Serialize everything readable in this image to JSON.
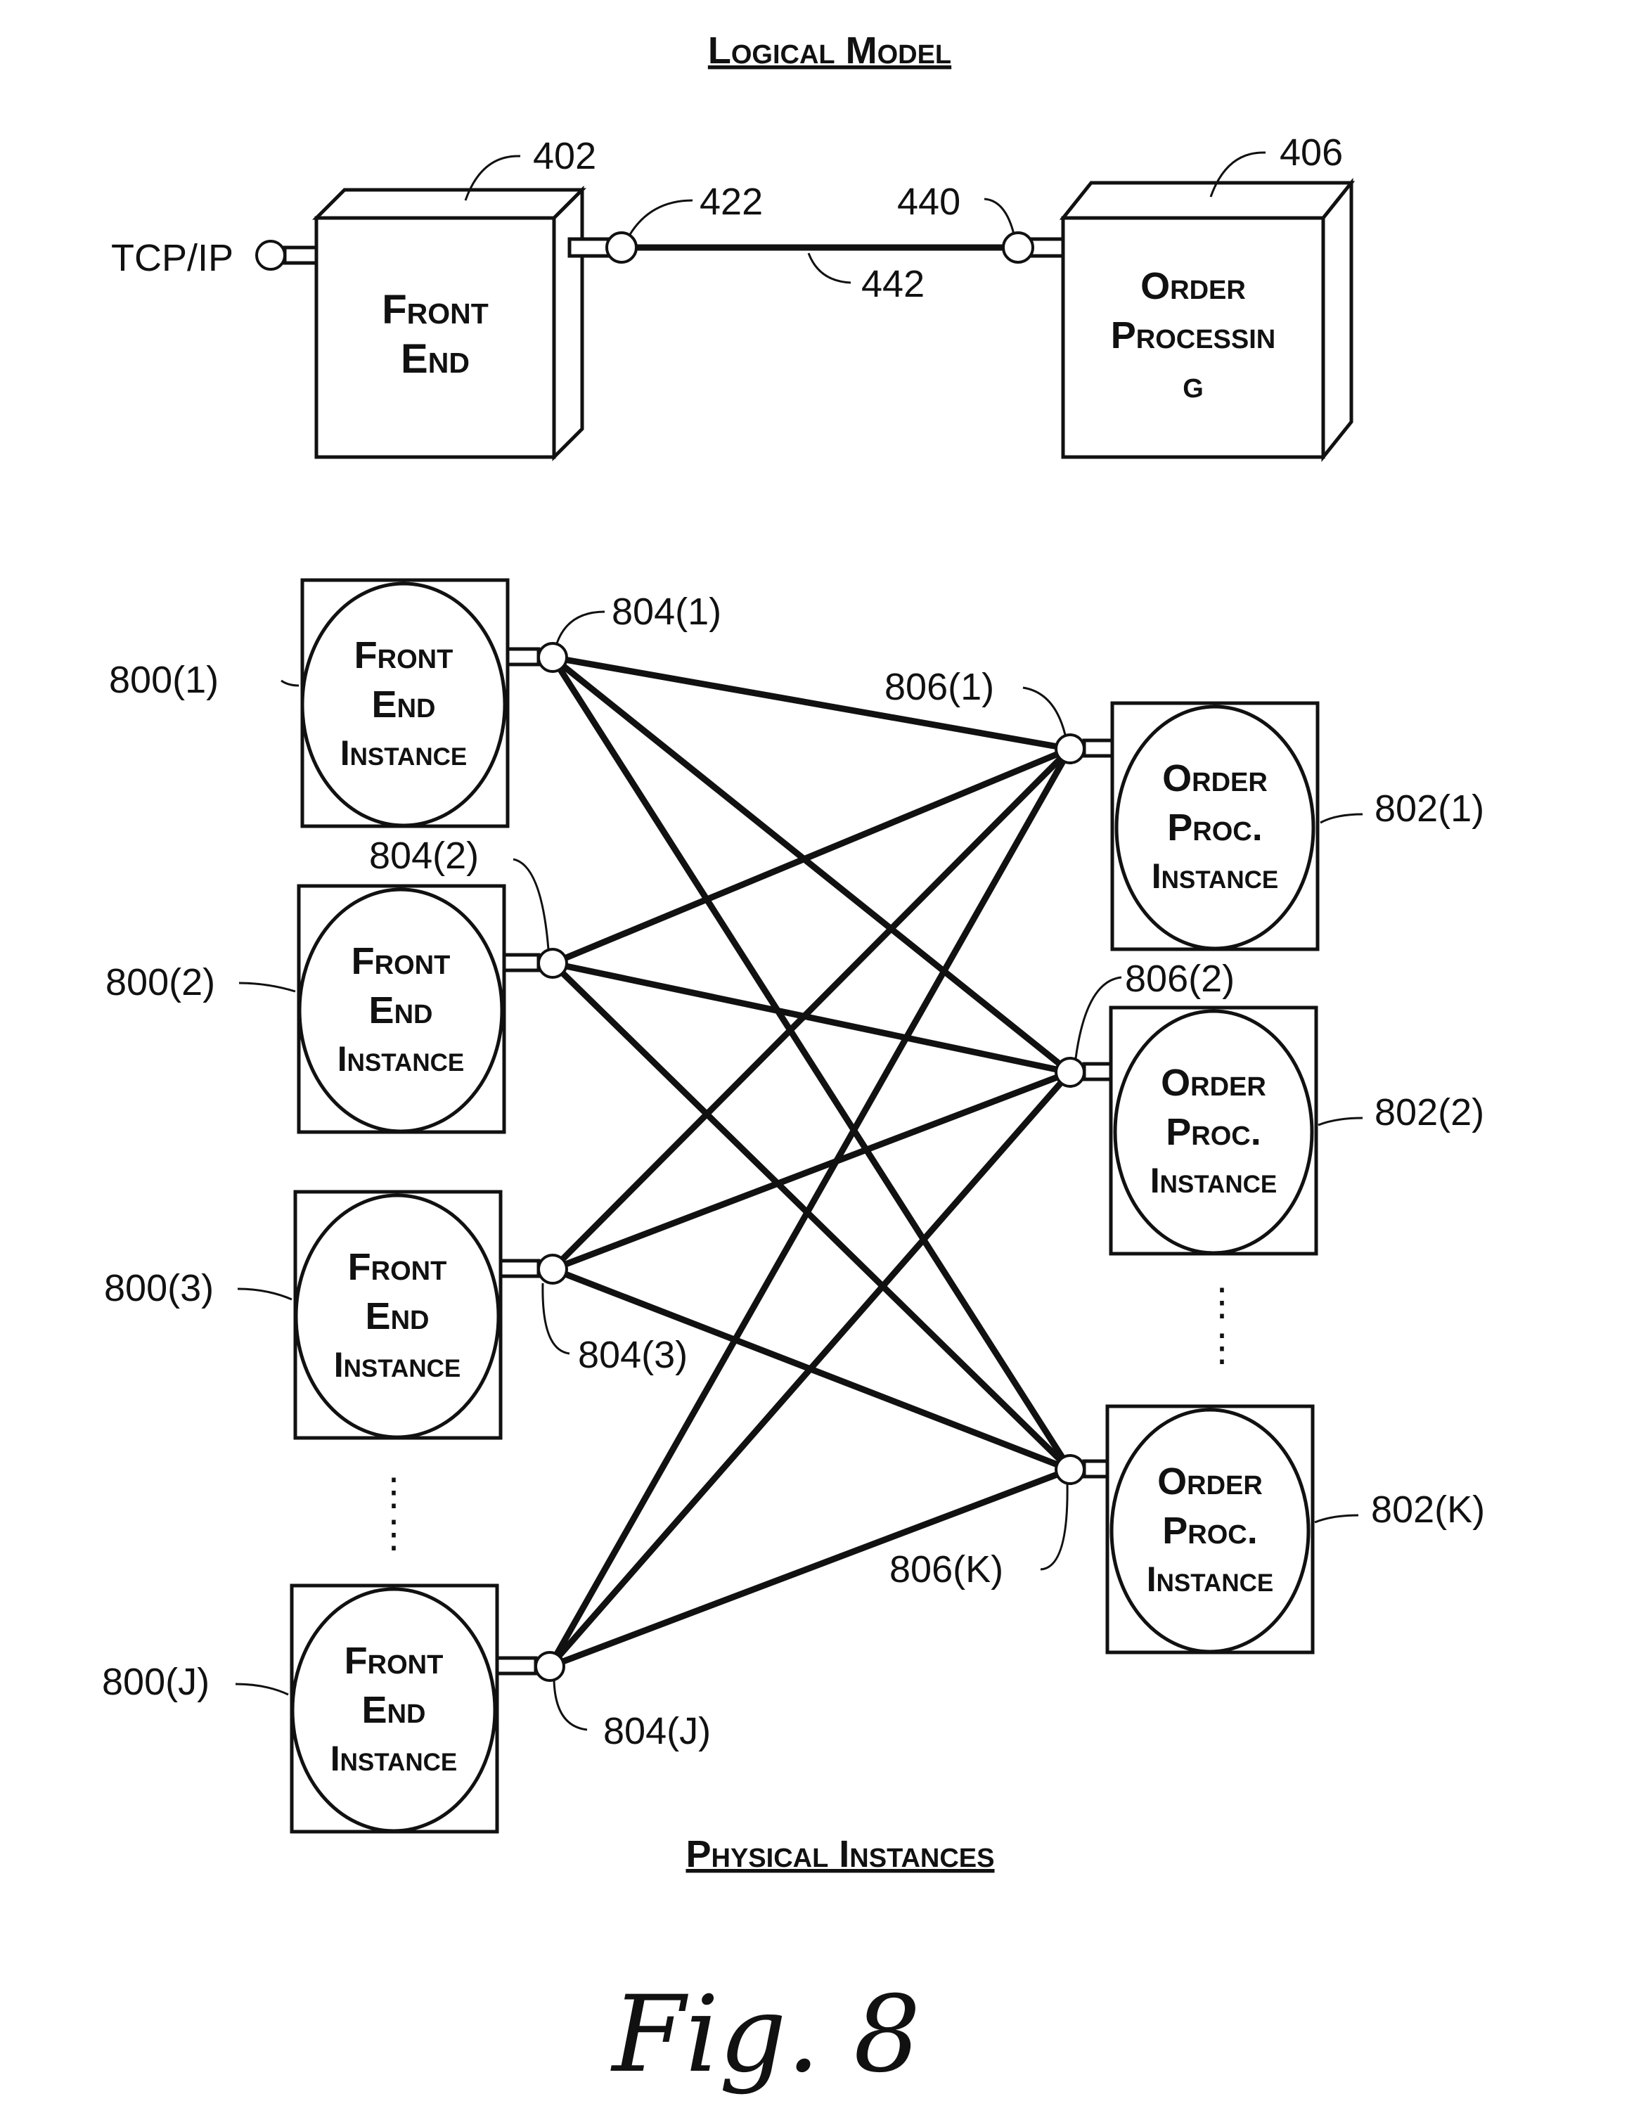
{
  "logical_model": {
    "heading": "Logical Model",
    "front_end": {
      "ref": "402",
      "line1": "Front",
      "line2": "End"
    },
    "order_processing": {
      "ref": "406",
      "line1": "Order",
      "line2": "Processin",
      "line3": "g"
    },
    "tcpip_label": "TCP/IP",
    "port_front_ref": "422",
    "port_order_ref": "440",
    "link_ref": "442"
  },
  "physical_instances": {
    "heading": "Physical Instances",
    "front_end_instance": {
      "line1": "Front",
      "line2": "End",
      "line3": "Instance"
    },
    "order_proc_instance": {
      "line1": "Order",
      "line2": "Proc.",
      "line3": "Instance"
    },
    "front_end_refs": [
      "800(1)",
      "800(2)",
      "800(3)",
      "800(J)"
    ],
    "front_port_refs": [
      "804(1)",
      "804(2)",
      "804(3)",
      "804(J)"
    ],
    "order_refs": [
      "802(1)",
      "802(2)",
      "802(K)"
    ],
    "order_port_refs": [
      "806(1)",
      "806(2)",
      "806(K)"
    ],
    "ellipsis": "⋮"
  },
  "figure_label": "Fig. 8"
}
